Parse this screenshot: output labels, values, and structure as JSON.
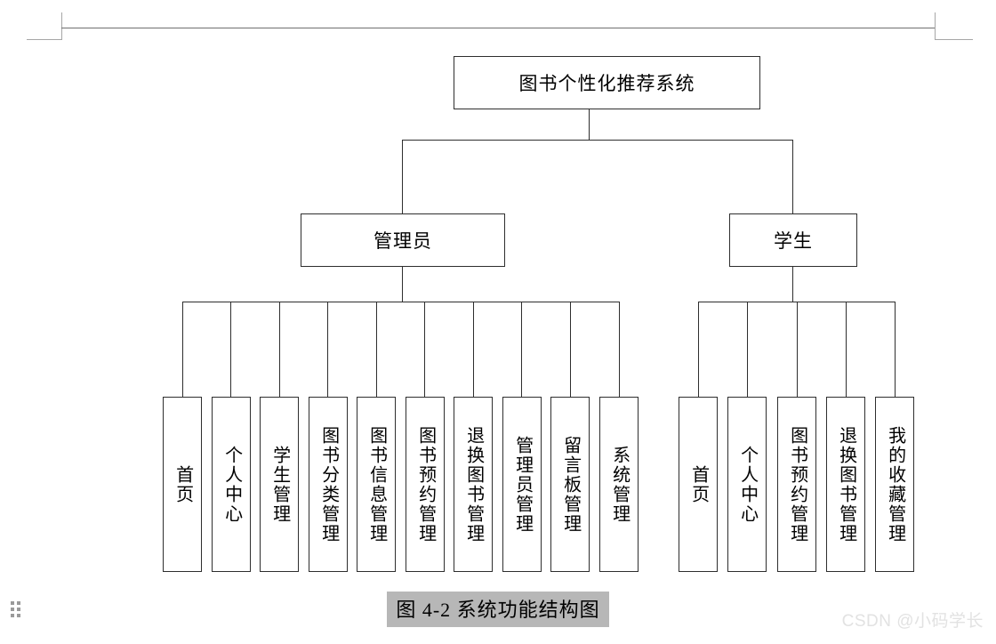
{
  "document": {
    "caption": "图 4-2  系统功能结构图",
    "watermark": "CSDN @小码学长"
  },
  "diagram": {
    "type": "tree",
    "title": "系统功能结构图",
    "root": {
      "label": "图书个性化推荐系统"
    },
    "branches": [
      {
        "label": "管理员",
        "children": [
          {
            "label": "首页"
          },
          {
            "label": "个人中心"
          },
          {
            "label": "学生管理"
          },
          {
            "label": "图书分类管理"
          },
          {
            "label": "图书信息管理"
          },
          {
            "label": "图书预约管理"
          },
          {
            "label": "退换图书管理"
          },
          {
            "label": "管理员管理"
          },
          {
            "label": "留言板管理"
          },
          {
            "label": "系统管理"
          }
        ]
      },
      {
        "label": "学生",
        "children": [
          {
            "label": "首页"
          },
          {
            "label": "个人中心"
          },
          {
            "label": "图书预约管理"
          },
          {
            "label": "退换图书管理"
          },
          {
            "label": "我的收藏管理"
          }
        ]
      }
    ]
  },
  "colors": {
    "node_border": "#2e2e2e",
    "connector": "#2e2e2e",
    "page_background": "#ffffff",
    "caption_highlight": "#b7b7b7",
    "watermark": "#e2e2e2",
    "margin_mark": "#a6a6a6",
    "ruler": "#6f6f6f"
  }
}
